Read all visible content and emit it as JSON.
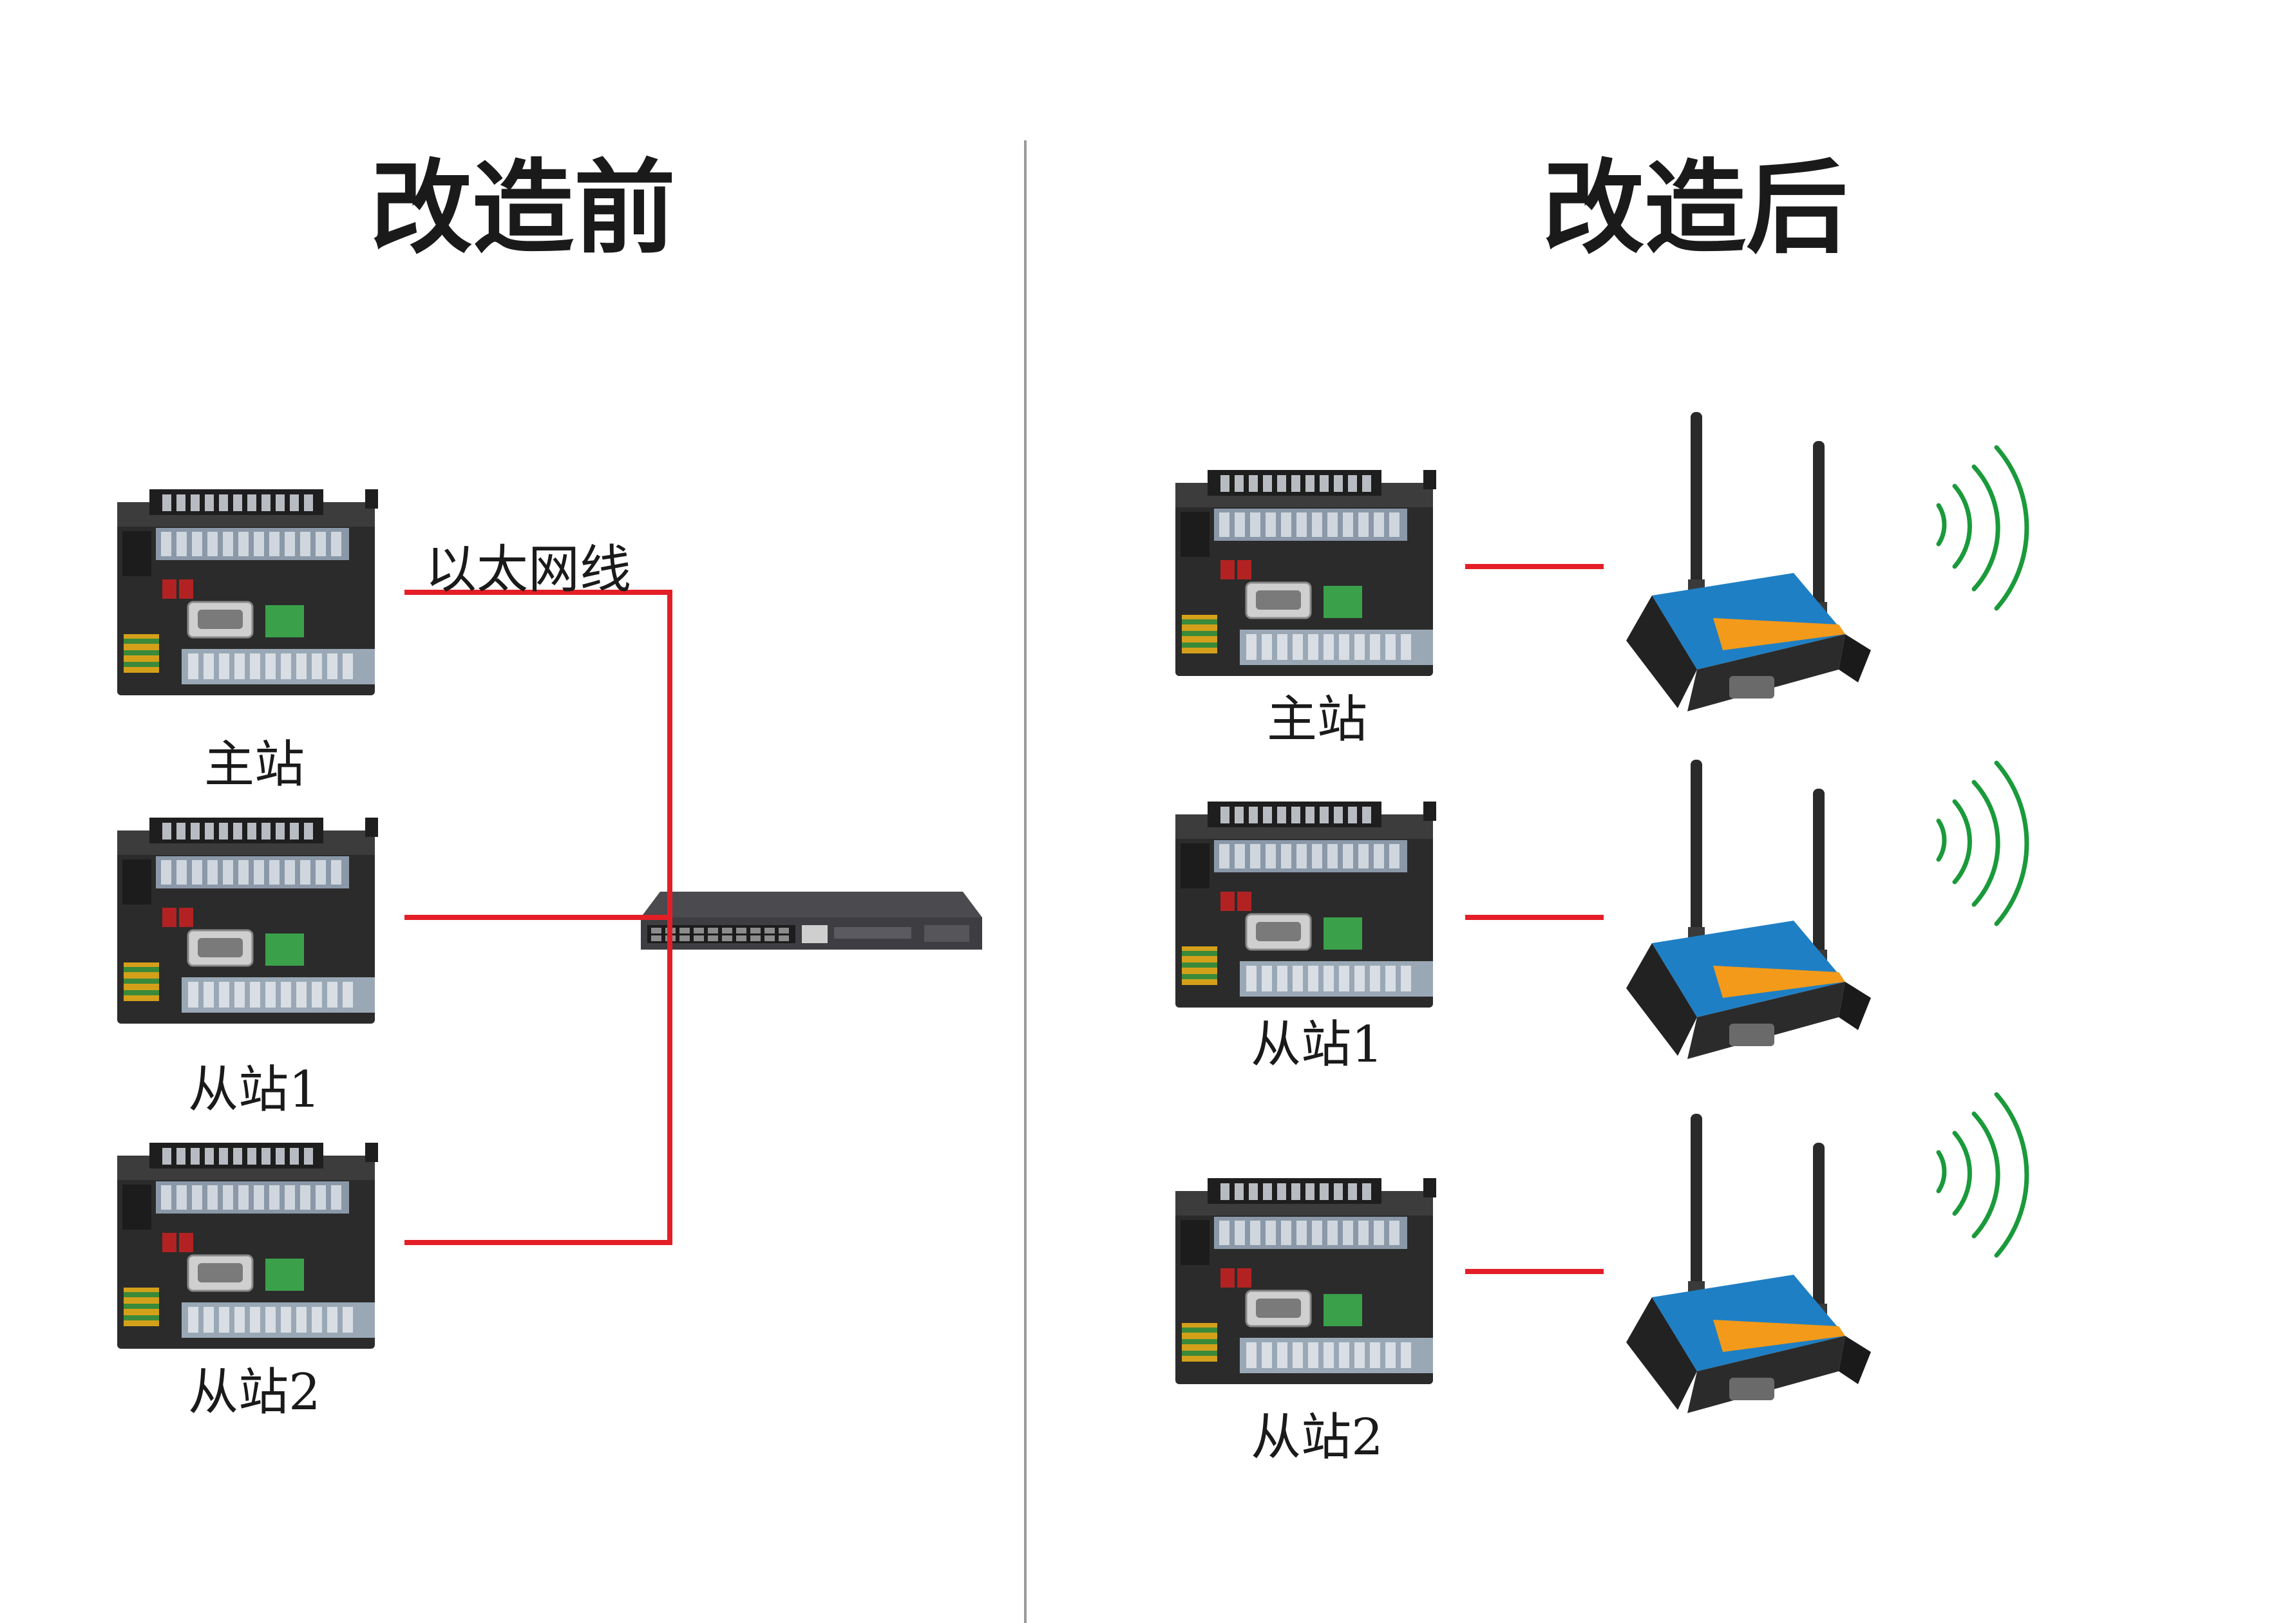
{
  "left_panel": {
    "title": "改造前",
    "cable_label": "以太网线",
    "stations": [
      {
        "label": "主站"
      },
      {
        "label": "从站1"
      },
      {
        "label": "从站2"
      }
    ],
    "cable_color": "#e41e26",
    "hub": {
      "icon": "network-switch-icon"
    }
  },
  "right_panel": {
    "title": "改造后",
    "stations": [
      {
        "label": "主站"
      },
      {
        "label": "从站1"
      },
      {
        "label": "从站2"
      }
    ],
    "cable_color": "#e41e26",
    "wireless_color": "#1a9a3a",
    "device_icon": "4g-router-icon",
    "signal_icon": "wireless-signal-icon"
  },
  "divider_color": "#9a9a9a"
}
